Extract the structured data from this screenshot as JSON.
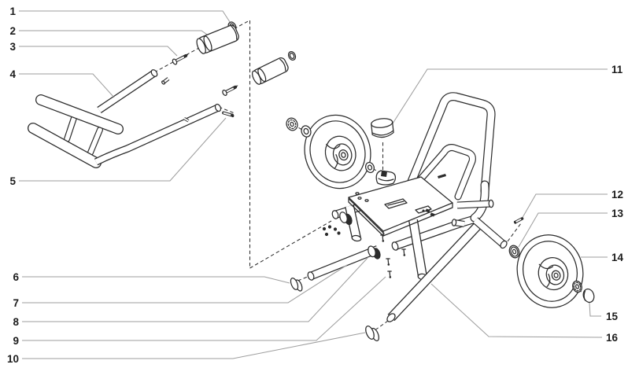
{
  "diagram": {
    "type": "exploded-parts-diagram",
    "callouts": [
      {
        "number": "1"
      },
      {
        "number": "2"
      },
      {
        "number": "3"
      },
      {
        "number": "4"
      },
      {
        "number": "5"
      },
      {
        "number": "6"
      },
      {
        "number": "7"
      },
      {
        "number": "8"
      },
      {
        "number": "9"
      },
      {
        "number": "10"
      },
      {
        "number": "11"
      },
      {
        "number": "12"
      },
      {
        "number": "13"
      },
      {
        "number": "14"
      },
      {
        "number": "15"
      },
      {
        "number": "16"
      }
    ]
  },
  "colors": {
    "ink": "#2b2b2b",
    "leader": "#9e9e9e",
    "label": "#1c1c1c",
    "background": "#ffffff"
  }
}
